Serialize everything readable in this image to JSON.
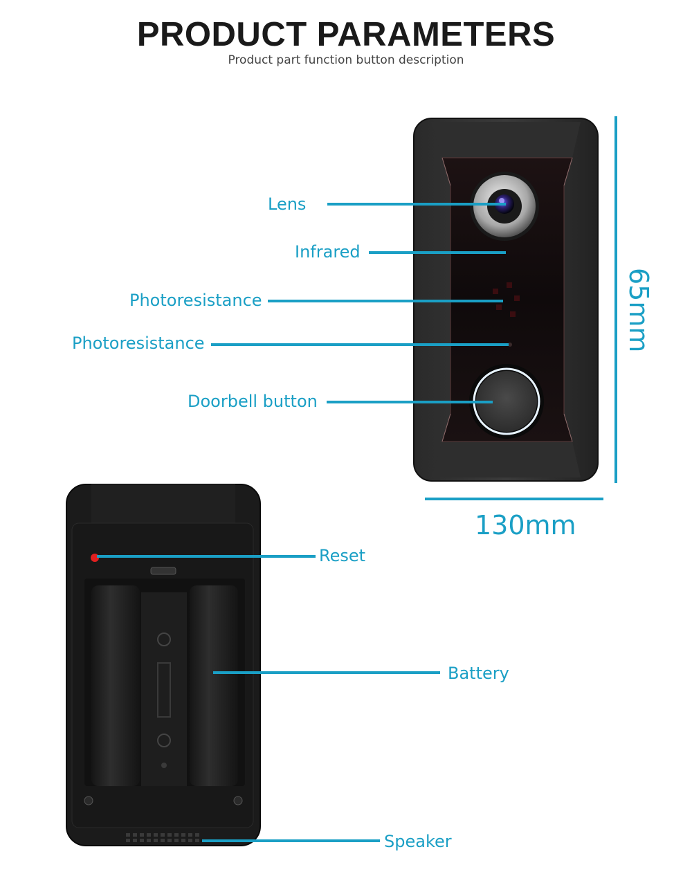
{
  "header": {
    "title": "PRODUCT PARAMETERS",
    "subtitle": "Product part function button description"
  },
  "front_callouts": [
    "Lens",
    "Infrared",
    "Photoresistance",
    "Photoresistance",
    "Doorbell button"
  ],
  "back_callouts": [
    "Reset",
    "Battery",
    "Speaker"
  ],
  "dimensions": {
    "height": "65mm",
    "width": "130mm"
  },
  "colors": {
    "accent": "#1a9fc5",
    "title": "#1a1a1a"
  }
}
